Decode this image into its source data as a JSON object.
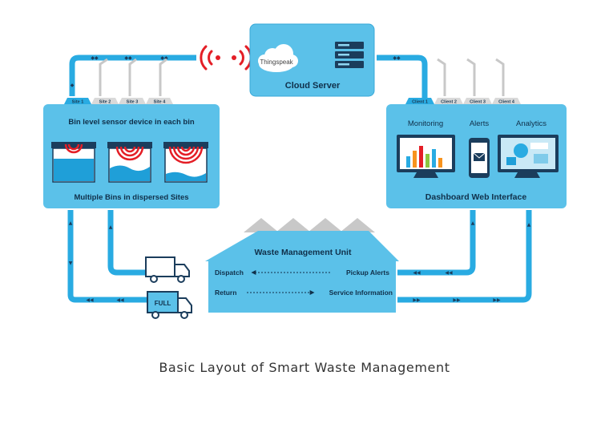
{
  "cloud": {
    "service": "Thingspeak",
    "title": "Cloud Server"
  },
  "sites": {
    "tabs": [
      "Site 1",
      "Site 2",
      "Site 3",
      "Site 4"
    ],
    "title": "Bin level sensor device in each bin",
    "footer": "Multiple Bins in dispersed Sites"
  },
  "clients": {
    "tabs": [
      "Client 1",
      "Client 2",
      "Client 3",
      "Client 4"
    ],
    "labels": [
      "Monitoring",
      "Alerts",
      "Analytics"
    ],
    "footer": "Dashboard Web Interface"
  },
  "unit": {
    "title": "Waste Management Unit",
    "rows": [
      {
        "left": "Dispatch",
        "right": "Pickup Alerts",
        "arrow": "left"
      },
      {
        "left": "Return",
        "right": "Service Information",
        "arrow": "right"
      }
    ]
  },
  "truck": {
    "full_label": "FULL"
  },
  "caption": "Basic Layout of Smart Waste Management",
  "colors": {
    "panel": "#5bc1e9",
    "pipe": "#29abe2",
    "bin_water": "#1f9fd8",
    "signal": "#e41e26",
    "truck_outline": "#1b3d5c",
    "roof_gray": "#c8c8c8"
  }
}
